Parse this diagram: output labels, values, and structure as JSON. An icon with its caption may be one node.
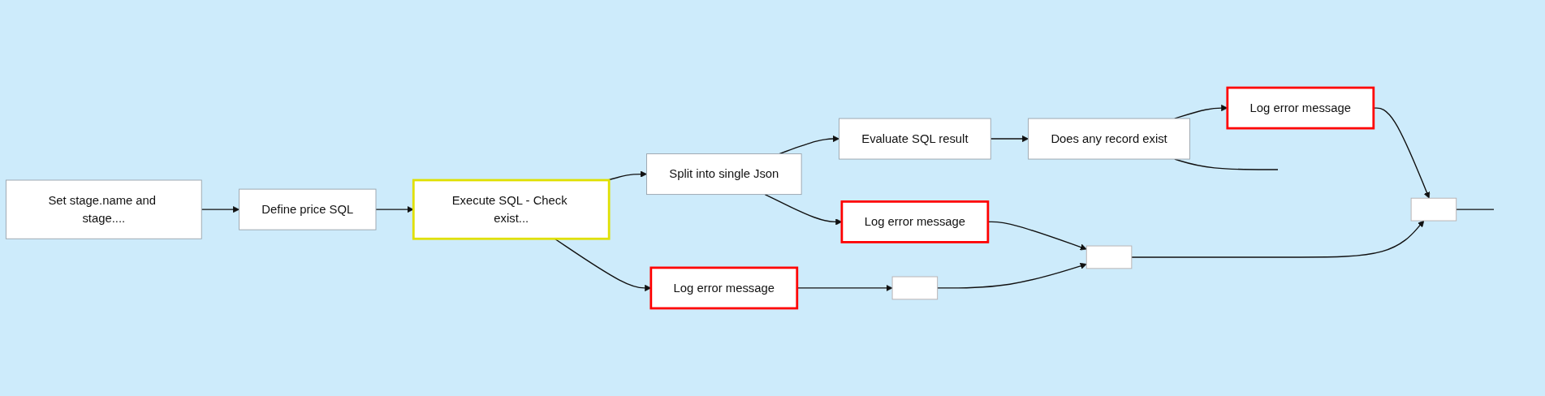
{
  "diagram": {
    "nodes": [
      {
        "text": [
          "Define price SQL"
        ]
      },
      {
        "text": [
          "Set stage.name and stage...."
        ]
      },
      {
        "text": [
          "Execute SQL - Check exist..."
        ]
      },
      {
        "text": [
          "Log error message"
        ]
      },
      {
        "text": [
          "Split into single Json"
        ]
      },
      {
        "text": [
          "Log error message"
        ]
      },
      {
        "text": [
          "Evaluate SQL result"
        ]
      },
      {
        "text": [
          "Does any record exist"
        ]
      },
      {
        "text": [
          "Log error message"
        ]
      },
      {
        "text": [],
        "shape": "box"
      },
      {
        "text": [],
        "shape": "box"
      },
      {
        "text": [],
        "shape": "box"
      }
    ],
    "edges": [
      {
        "from": 1,
        "to": 0,
        "arrow": "to"
      },
      {
        "from": 0,
        "to": 2,
        "arrow": "to"
      },
      {
        "from": 2,
        "to": 4,
        "arrow": "to"
      },
      {
        "from": 4,
        "to": 6,
        "arrow": "to"
      },
      {
        "from": 6,
        "to": 7,
        "arrow": "to"
      },
      {
        "from": 2,
        "to": 3,
        "arrow": "to"
      },
      {
        "from": 4,
        "to": 5,
        "arrow": "to"
      },
      {
        "from": 7,
        "to": 8,
        "arrow": "to"
      },
      {
        "from": 3,
        "to": 9,
        "arrow": "to"
      },
      {
        "from": 5,
        "to": 10,
        "arrow": "to"
      },
      {
        "from": 8,
        "to": 11,
        "arrow": "to"
      },
      {
        "from": 9,
        "to": 10,
        "arrow": "to"
      },
      {
        "from": 10,
        "to": 11,
        "arrow": "to"
      },
      {
        "from": 7,
        "to": null,
        "arrow": "none"
      },
      {
        "from": 11,
        "to": null,
        "arrow": "none"
      }
    ]
  }
}
